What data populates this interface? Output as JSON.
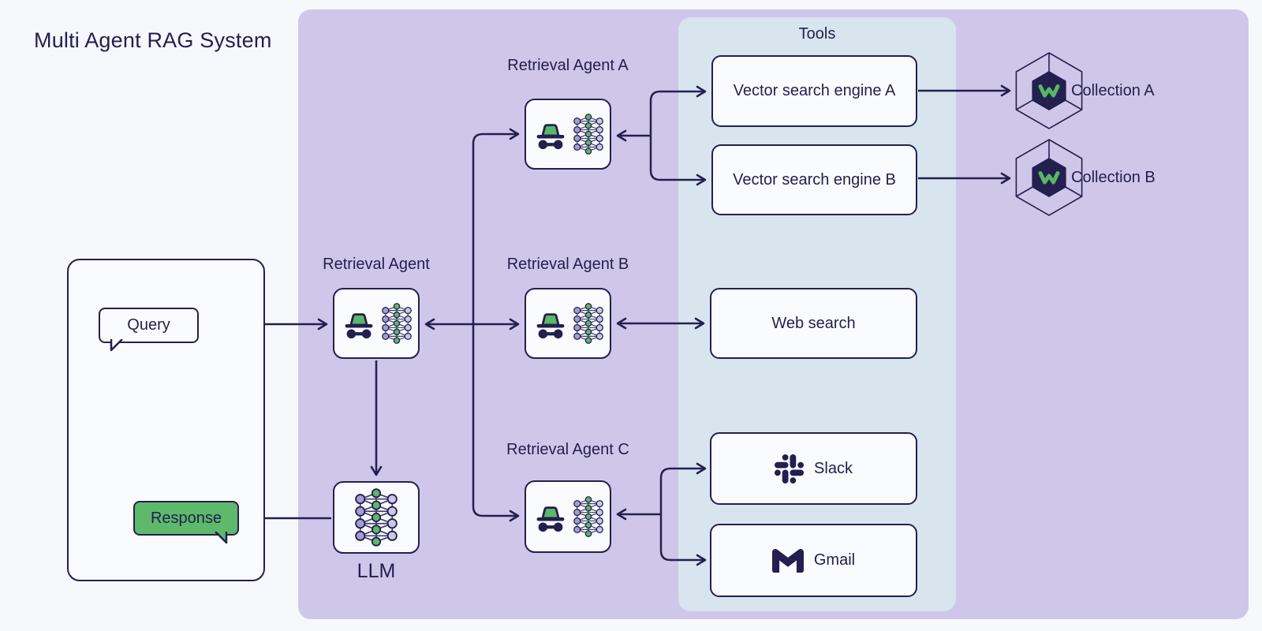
{
  "title": "Multi Agent RAG System",
  "client": {
    "query": "Query",
    "response": "Response"
  },
  "orchestrator": {
    "label": "Retrieval Agent",
    "llm": "LLM"
  },
  "agents": {
    "a": "Retrieval Agent A",
    "b": "Retrieval Agent B",
    "c": "Retrieval Agent C"
  },
  "tools": {
    "title": "Tools",
    "vector_a": "Vector search engine A",
    "vector_b": "Vector search engine B",
    "web": "Web search",
    "slack": "Slack",
    "gmail": "Gmail"
  },
  "collections": {
    "a": "Collection A",
    "b": "Collection B"
  },
  "colors": {
    "navy": "#23204f",
    "green": "#5cb767",
    "panel_purple": "#cfc7e9",
    "panel_tools": "#d9e5ee",
    "background": "#f7f8fc",
    "box_fill": "#fafbfe"
  }
}
